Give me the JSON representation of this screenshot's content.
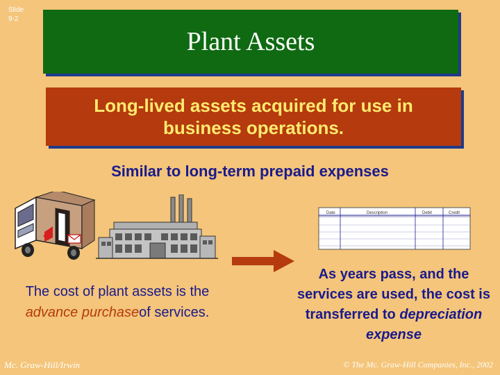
{
  "slide_label": "Slide",
  "slide_number": "9-2",
  "title": "Plant Assets",
  "definition": "Long-lived assets acquired for use in business operations.",
  "subheading": "Similar to long-term prepaid expenses",
  "left_text": {
    "part1": "The cost of plant assets is the ",
    "emphasis": "advance purchase",
    "part2": "of services."
  },
  "right_text": {
    "part1": "As years pass, and the services are used, the cost is transferred to ",
    "emphasis": "depreciation expense"
  },
  "ledger": {
    "headers": [
      "Date",
      "Description",
      "Debit",
      "Credit"
    ]
  },
  "footer": {
    "left": "Mc. Graw-Hill/Irwin",
    "right": "© The Mc. Graw-Hill Companies, Inc., 2002"
  },
  "colors": {
    "background": "#f4c57a",
    "title_box": "#0f6a12",
    "definition_box": "#b53a0e",
    "definition_text": "#ffea6e",
    "body_text": "#1a1a8c",
    "arrow": "#b53a0e"
  },
  "icons": [
    "delivery-truck-icon",
    "factory-icon",
    "ledger-icon",
    "right-arrow-icon"
  ]
}
